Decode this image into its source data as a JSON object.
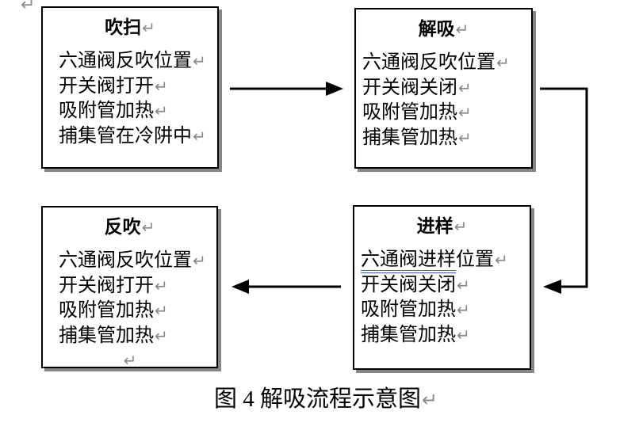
{
  "document": {
    "leading_return": "↵",
    "return_mark": "↵",
    "caption": "图 4 解吸流程示意图"
  },
  "boxes": {
    "purge": {
      "title": "吹扫",
      "lines": [
        "六通阀反吹位置",
        "开关阀打开",
        "吸附管加热",
        "捕集管在冷阱中"
      ]
    },
    "desorb": {
      "title": "解吸",
      "lines": [
        "六通阀反吹位置",
        "开关阀关闭",
        "吸附管加热",
        "捕集管加热"
      ]
    },
    "backflush": {
      "title": "反吹",
      "lines": [
        "六通阀反吹位置",
        "开关阀打开",
        "吸附管加热",
        "捕集管加热"
      ]
    },
    "inject": {
      "title": "进样",
      "line1_underlined": "六通阀进样",
      "line1_rest": "位置",
      "lines": [
        "开关阀关闭",
        "吸附管加热",
        "捕集管加热"
      ]
    }
  },
  "arrows": [
    {
      "name": "purge-to-desorb",
      "direction": "right"
    },
    {
      "name": "desorb-to-inject",
      "direction": "down-then-left"
    },
    {
      "name": "inject-to-backflush",
      "direction": "left"
    }
  ],
  "colors": {
    "border": "#000000",
    "shadow": "#868686",
    "arrow": "#000000",
    "grammar_underline": "#3a62c8",
    "return_mark": "#8a8a8a",
    "text": "#000000",
    "background": "#ffffff"
  }
}
